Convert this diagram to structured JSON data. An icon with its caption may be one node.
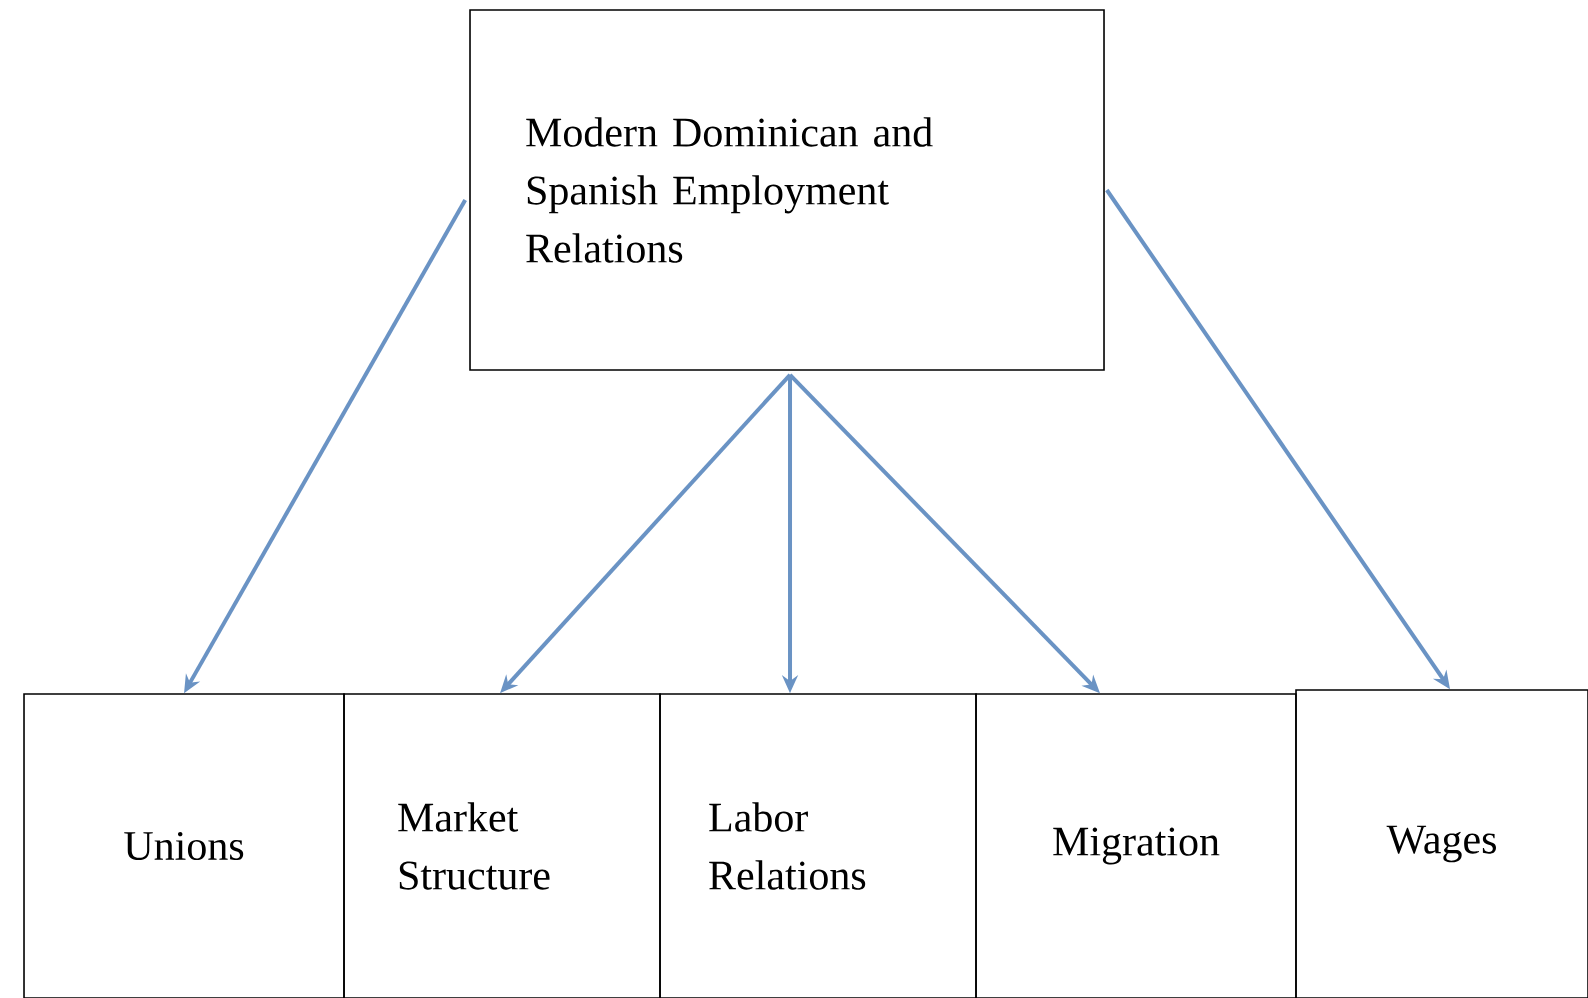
{
  "diagram": {
    "nodes": [
      {
        "text": [
          "Modern Dominican and Spanish Employment Relations"
        ]
      },
      {
        "text": [
          "Unions"
        ]
      },
      {
        "text": [
          "Market Structure"
        ]
      },
      {
        "text": [
          "Labor Relations"
        ]
      },
      {
        "text": [
          "Migration"
        ]
      },
      {
        "text": [
          "Wages"
        ]
      }
    ],
    "edges": [
      {
        "from": 0,
        "to": 1,
        "arrow": "to"
      },
      {
        "from": 0,
        "to": 2,
        "arrow": "to"
      },
      {
        "from": 0,
        "to": 3,
        "arrow": "to"
      },
      {
        "from": 0,
        "to": 4,
        "arrow": "to"
      },
      {
        "from": 0,
        "to": 5,
        "arrow": "to"
      }
    ]
  }
}
